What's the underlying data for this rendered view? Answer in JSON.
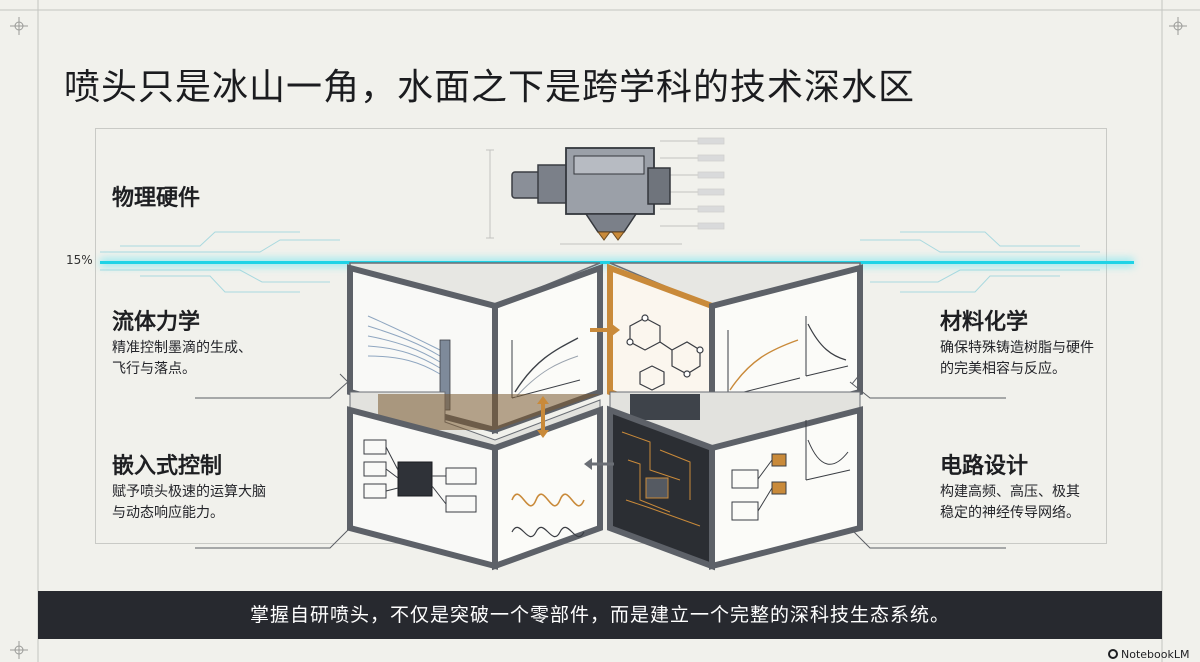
{
  "title": "喷头只是冰山一角，水面之下是跨学科的技术深水区",
  "waterline_percent": "15%",
  "sections": {
    "hardware": {
      "label": "物理硬件"
    },
    "fluid": {
      "label": "流体力学",
      "desc_line1": "精准控制墨滴的生成、",
      "desc_line2": "飞行与落点。"
    },
    "embedded": {
      "label": "嵌入式控制",
      "desc_line1": "赋予喷头极速的运算大脑",
      "desc_line2": "与动态响应能力。"
    },
    "materials": {
      "label": "材料化学",
      "desc_line1": "确保特殊铸造树脂与硬件",
      "desc_line2": "的完美相容与反应。"
    },
    "circuit": {
      "label": "电路设计",
      "desc_line1": "构建高频、高压、极其",
      "desc_line2": "稳定的神经传导网络。"
    }
  },
  "footer": "掌握自研喷头，不仅是突破一个零部件，而是建立一个完整的深科技生态系统。",
  "brand": "NotebookLM",
  "colors": {
    "background": "#f1f1ec",
    "waterline": "#1fd3e6",
    "accent": "#c98a3a",
    "footer_bg": "#27292f",
    "cube_frame": "#5d6168"
  }
}
